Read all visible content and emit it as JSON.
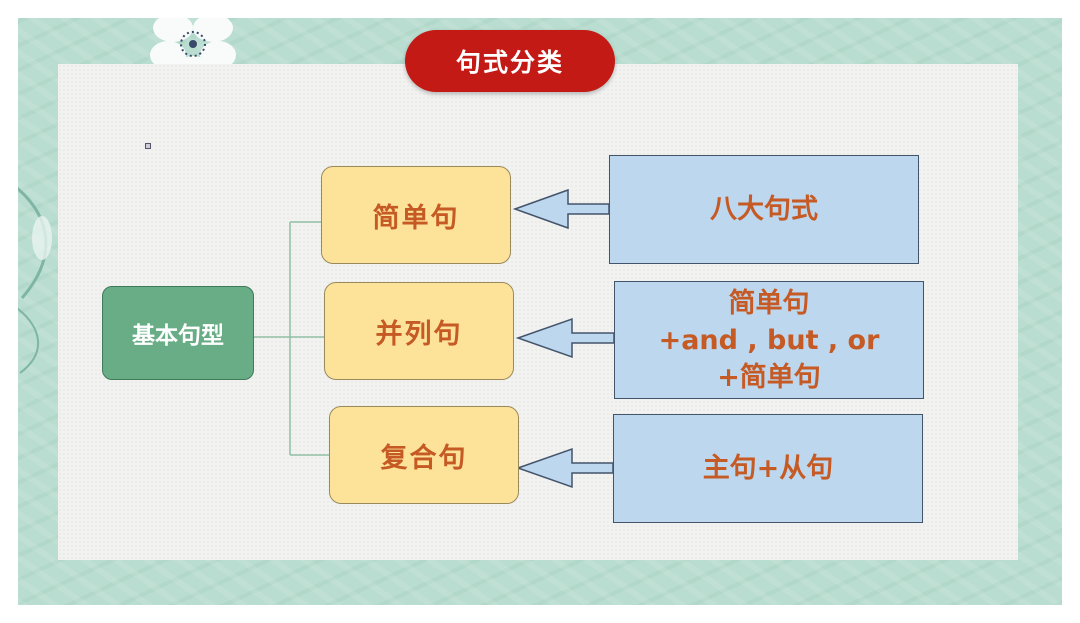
{
  "title": "句式分类",
  "root": {
    "label": "基本句型"
  },
  "types": [
    {
      "label": "简单句"
    },
    {
      "label": "并列句"
    },
    {
      "label": "复合句"
    }
  ],
  "descriptions": [
    {
      "lines": [
        "八大句式"
      ]
    },
    {
      "lines": [
        "简单句",
        "+and , but , or",
        "+简单句"
      ]
    },
    {
      "lines": [
        "主句+从句"
      ]
    }
  ],
  "colors": {
    "title_bg": "#c41a16",
    "root_fill": "#69ad87",
    "type_fill": "#fde399",
    "desc_fill": "#bdd7ee",
    "text_accent": "#c55a24",
    "frame": "#b9ddd0"
  },
  "icons": [
    "flower-decoration",
    "leaf-decoration",
    "arrow-left-icon"
  ]
}
